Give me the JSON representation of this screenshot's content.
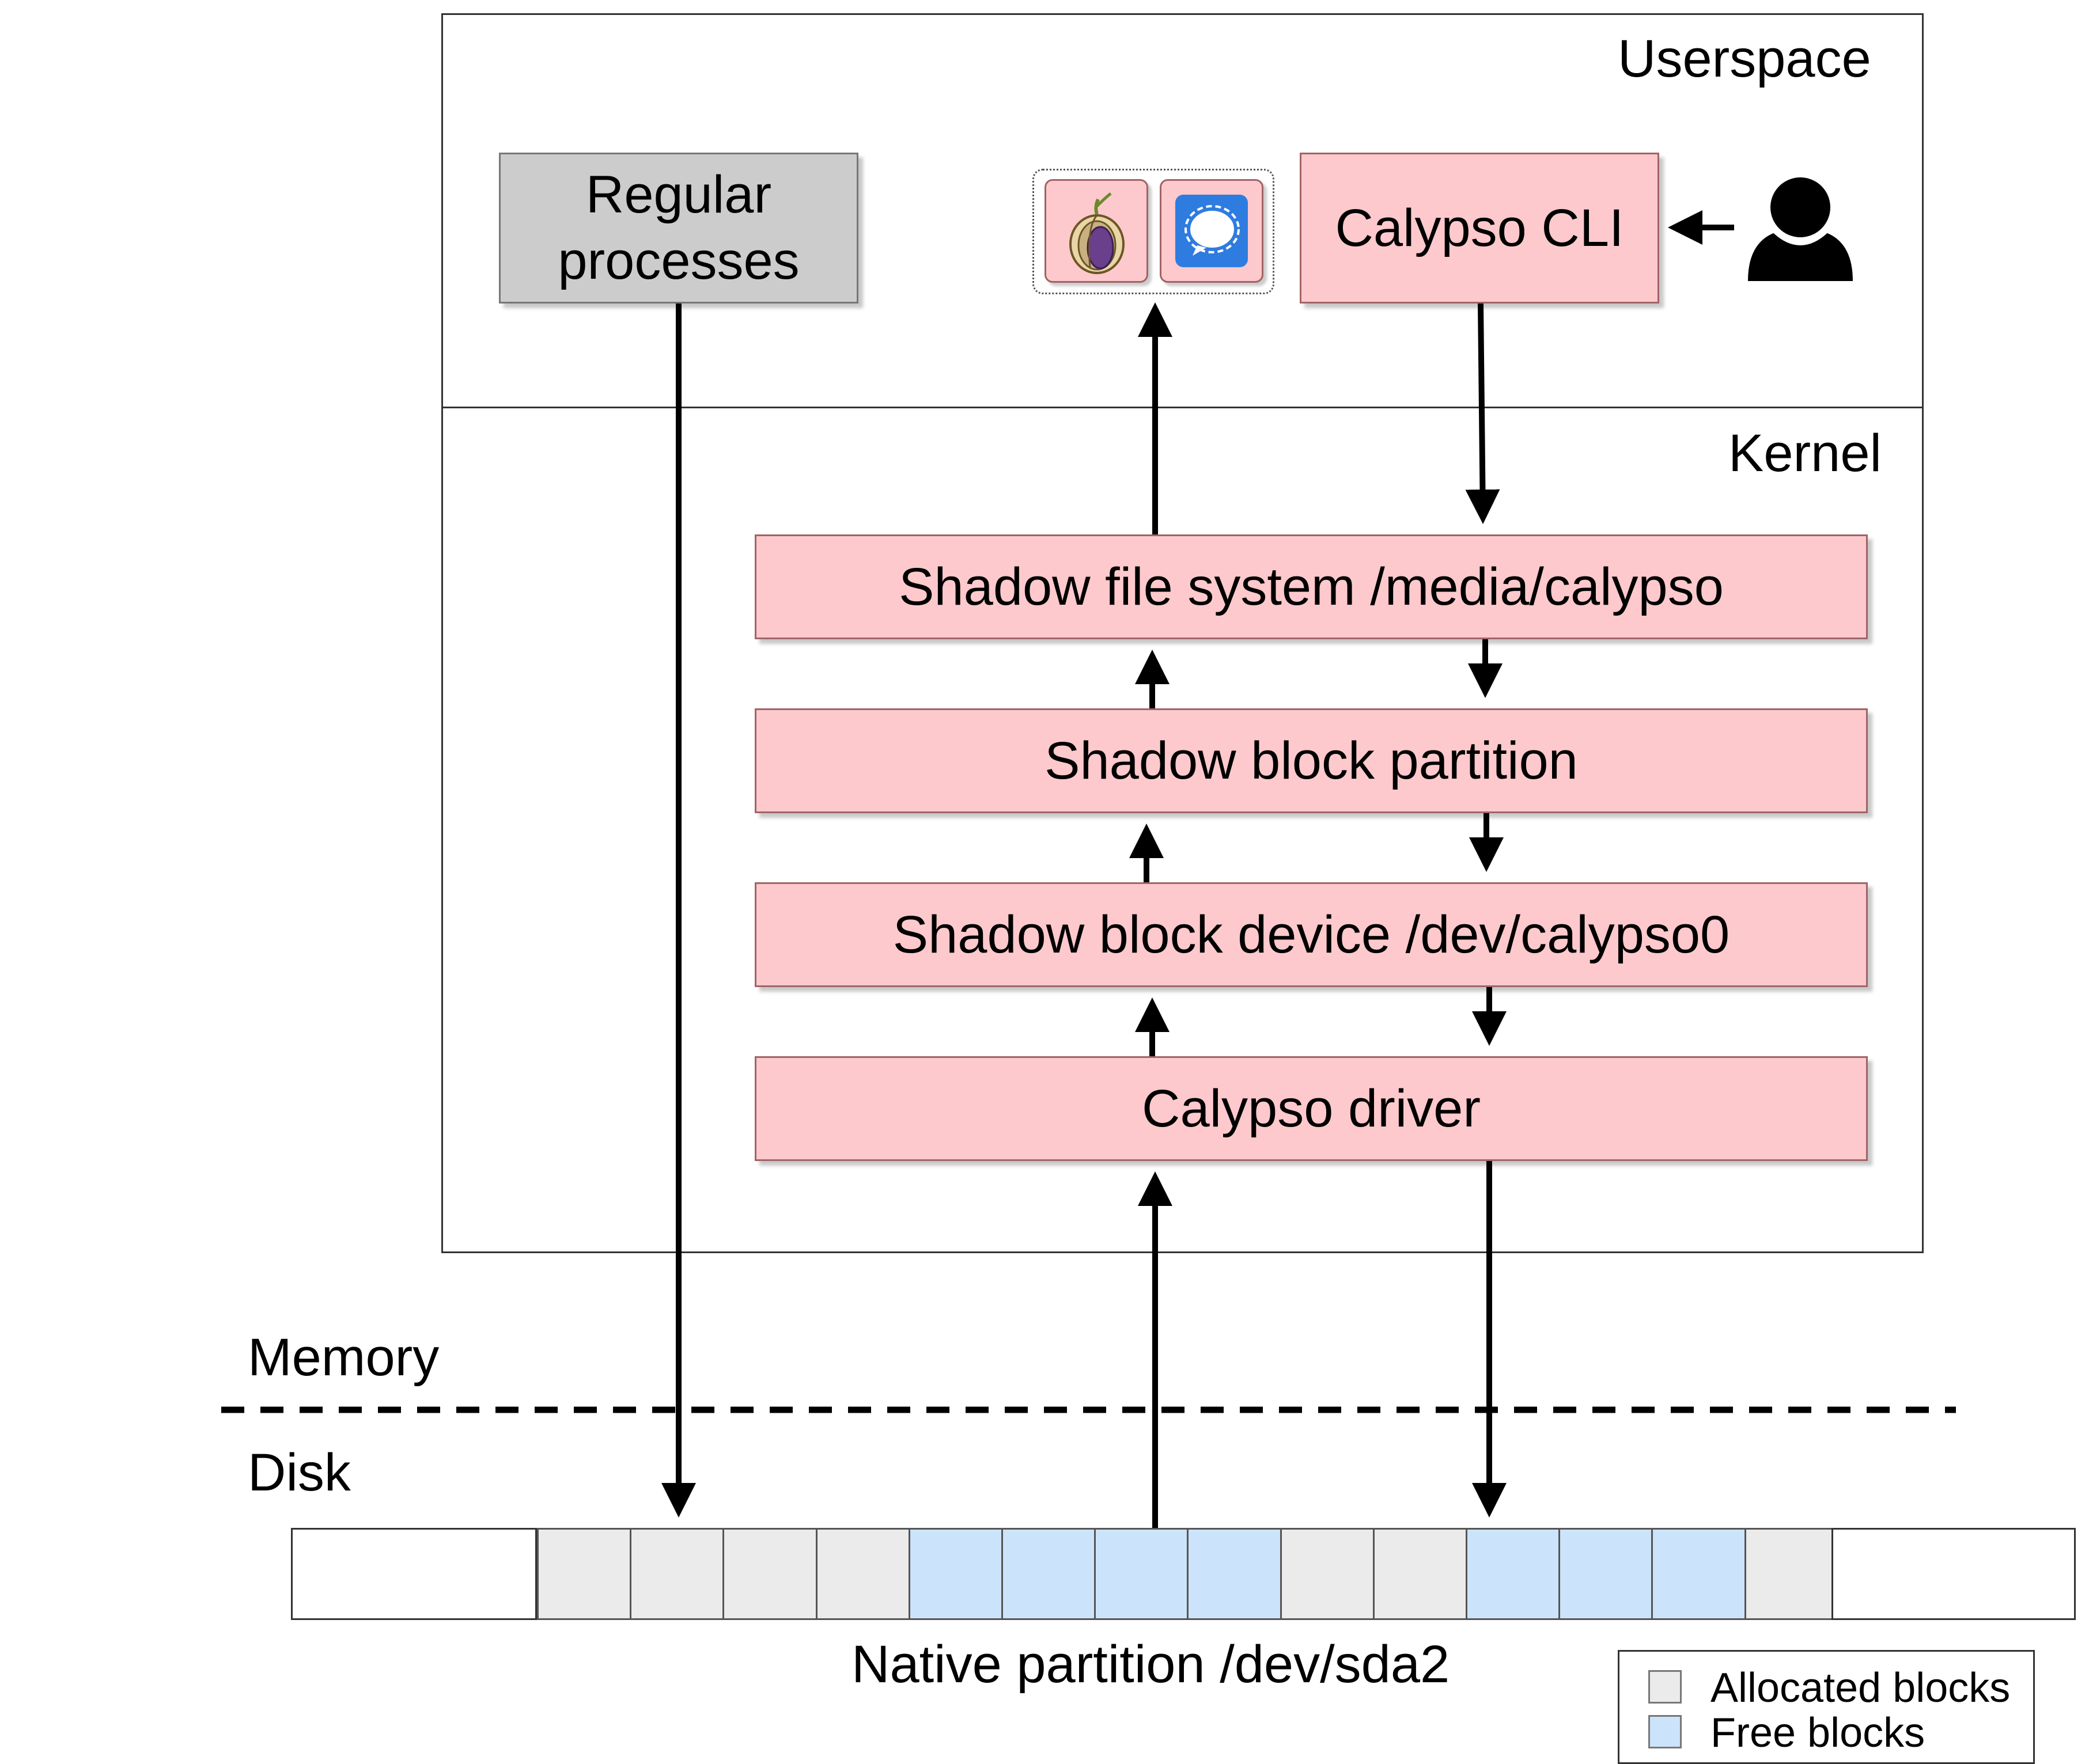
{
  "regions": {
    "userspace": "Userspace",
    "kernel": "Kernel"
  },
  "userspace": {
    "regular_processes": "Regular\nprocesses",
    "calypso_cli": "Calypso CLI",
    "app_icons": [
      "tor-onion-icon",
      "signal-chat-icon"
    ],
    "user_icon": "user-icon"
  },
  "kernel": {
    "layers": [
      "Shadow file system /media/calypso",
      "Shadow block partition",
      "Shadow block device /dev/calypso0",
      "Calypso driver"
    ]
  },
  "memory_label": "Memory",
  "disk_label": "Disk",
  "partition": {
    "label": "Native partition /dev/sda2",
    "blocks": [
      "allocated",
      "allocated",
      "allocated",
      "allocated",
      "free",
      "free",
      "free",
      "free",
      "allocated",
      "allocated",
      "free",
      "free",
      "free",
      "allocated"
    ]
  },
  "legend": {
    "allocated": "Allocated blocks",
    "free": "Free blocks"
  },
  "colors": {
    "pink": "#fdc9cc",
    "gray": "#cccccc",
    "allocated": "#ebebeb",
    "free": "#cce4fb"
  }
}
